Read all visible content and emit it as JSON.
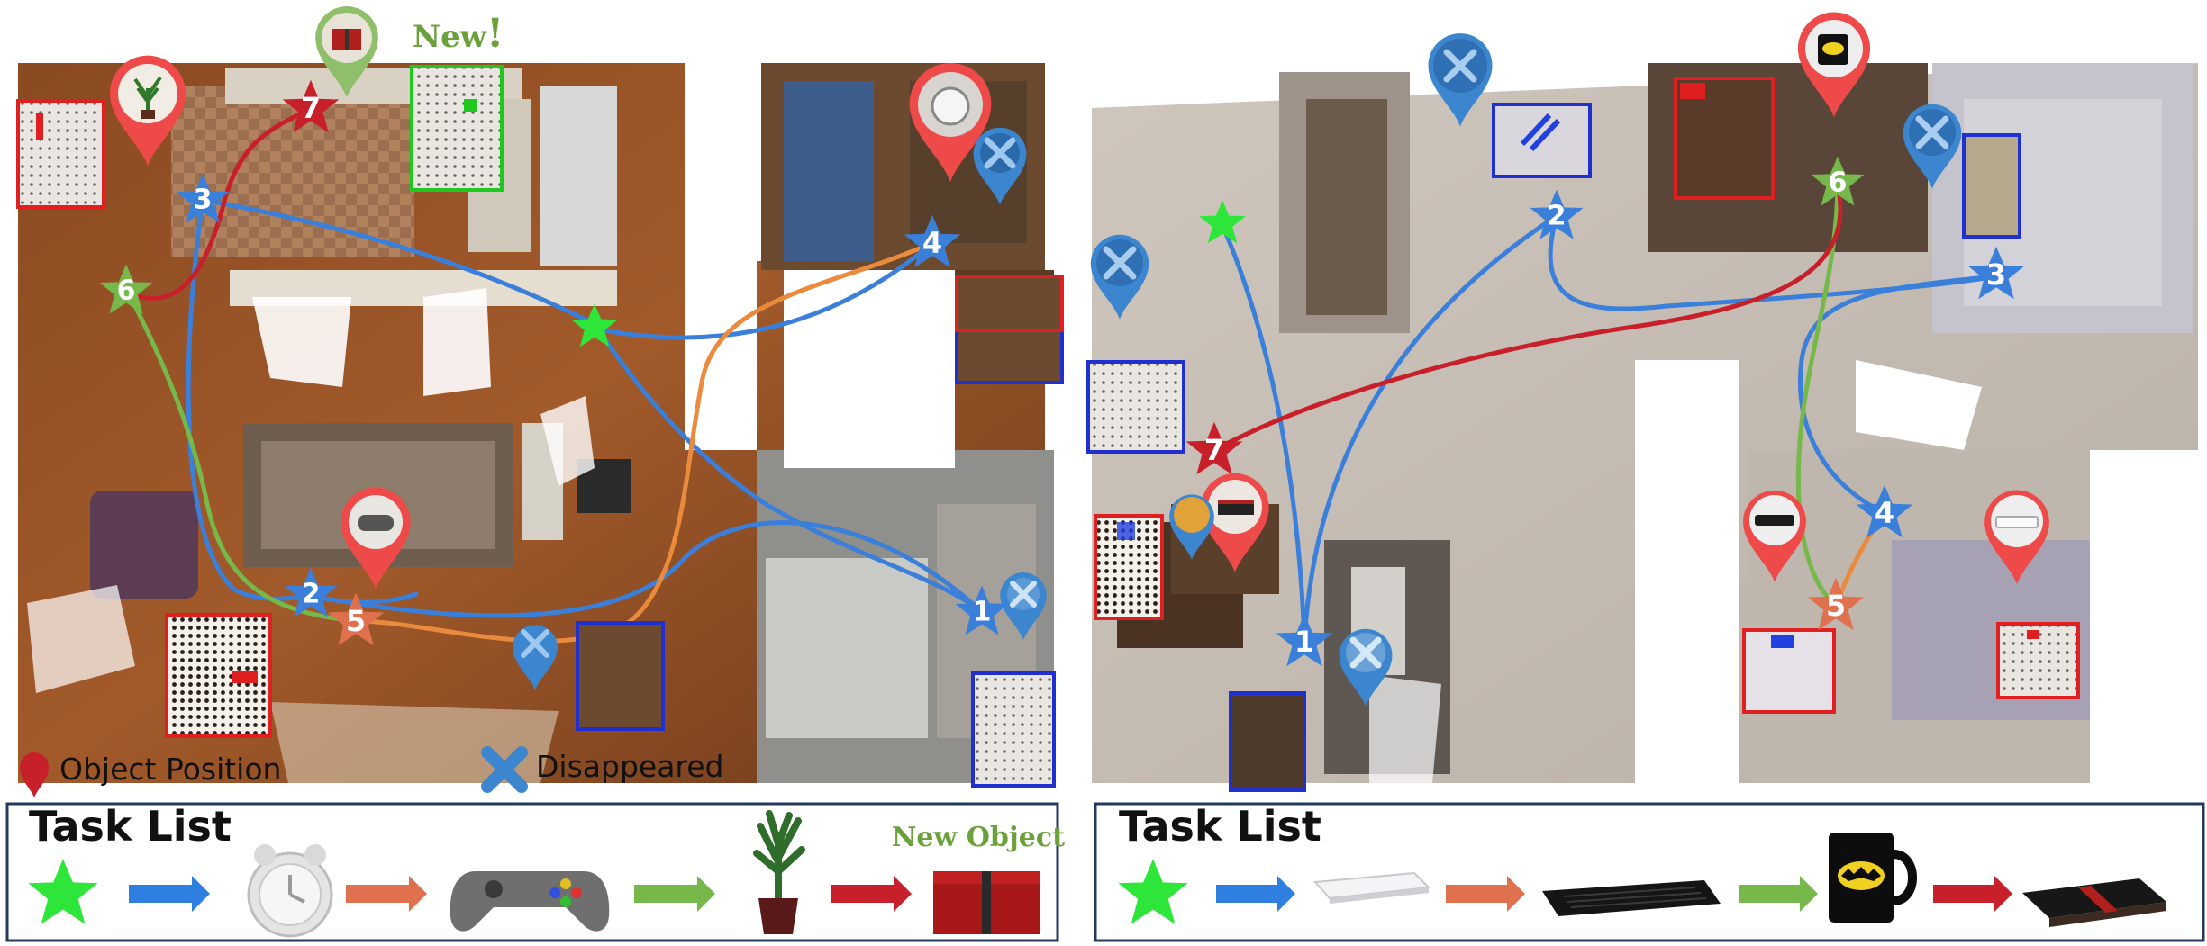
{
  "left_panel": {
    "new_label": "New",
    "new_exclaim": "!",
    "legend": {
      "object_position": "Object Position",
      "disappeared": "Disappeared"
    },
    "task_list": {
      "title": "Task List",
      "new_object_label": "New Object",
      "items": [
        "start-star-icon",
        "alarm-clock-icon",
        "game-controller-icon",
        "potted-plant-icon",
        "gift-box-icon"
      ]
    },
    "waypoints": [
      {
        "label": "1",
        "color": "#3a7fd9"
      },
      {
        "label": "2",
        "color": "#3a7fd9"
      },
      {
        "label": "3",
        "color": "#3a7fd9"
      },
      {
        "label": "4",
        "color": "#3a7fd9"
      },
      {
        "label": "5",
        "color": "#e0714f"
      },
      {
        "label": "6",
        "color": "#76b84a"
      },
      {
        "label": "7",
        "color": "#c8202a"
      }
    ]
  },
  "right_panel": {
    "task_list": {
      "title": "Task List",
      "items": [
        "start-star-icon",
        "laptop-icon",
        "keyboard-icon",
        "batman-mug-icon",
        "notebook-icon"
      ]
    },
    "waypoints": [
      {
        "label": "1",
        "color": "#3a7fd9"
      },
      {
        "label": "2",
        "color": "#3a7fd9"
      },
      {
        "label": "3",
        "color": "#3a7fd9"
      },
      {
        "label": "4",
        "color": "#3a7fd9"
      },
      {
        "label": "5",
        "color": "#e0714f"
      },
      {
        "label": "6",
        "color": "#76b84a"
      },
      {
        "label": "7",
        "color": "#c8202a"
      }
    ]
  },
  "colors": {
    "path_blue": "#3a7fd9",
    "path_orange": "#e98a3c",
    "path_green": "#76b84a",
    "path_red": "#c8202a",
    "pin_red": "#ef4a4a",
    "pin_blue": "#3c86d0",
    "start_green": "#2ee63a",
    "panel_border": "#233a5e"
  }
}
